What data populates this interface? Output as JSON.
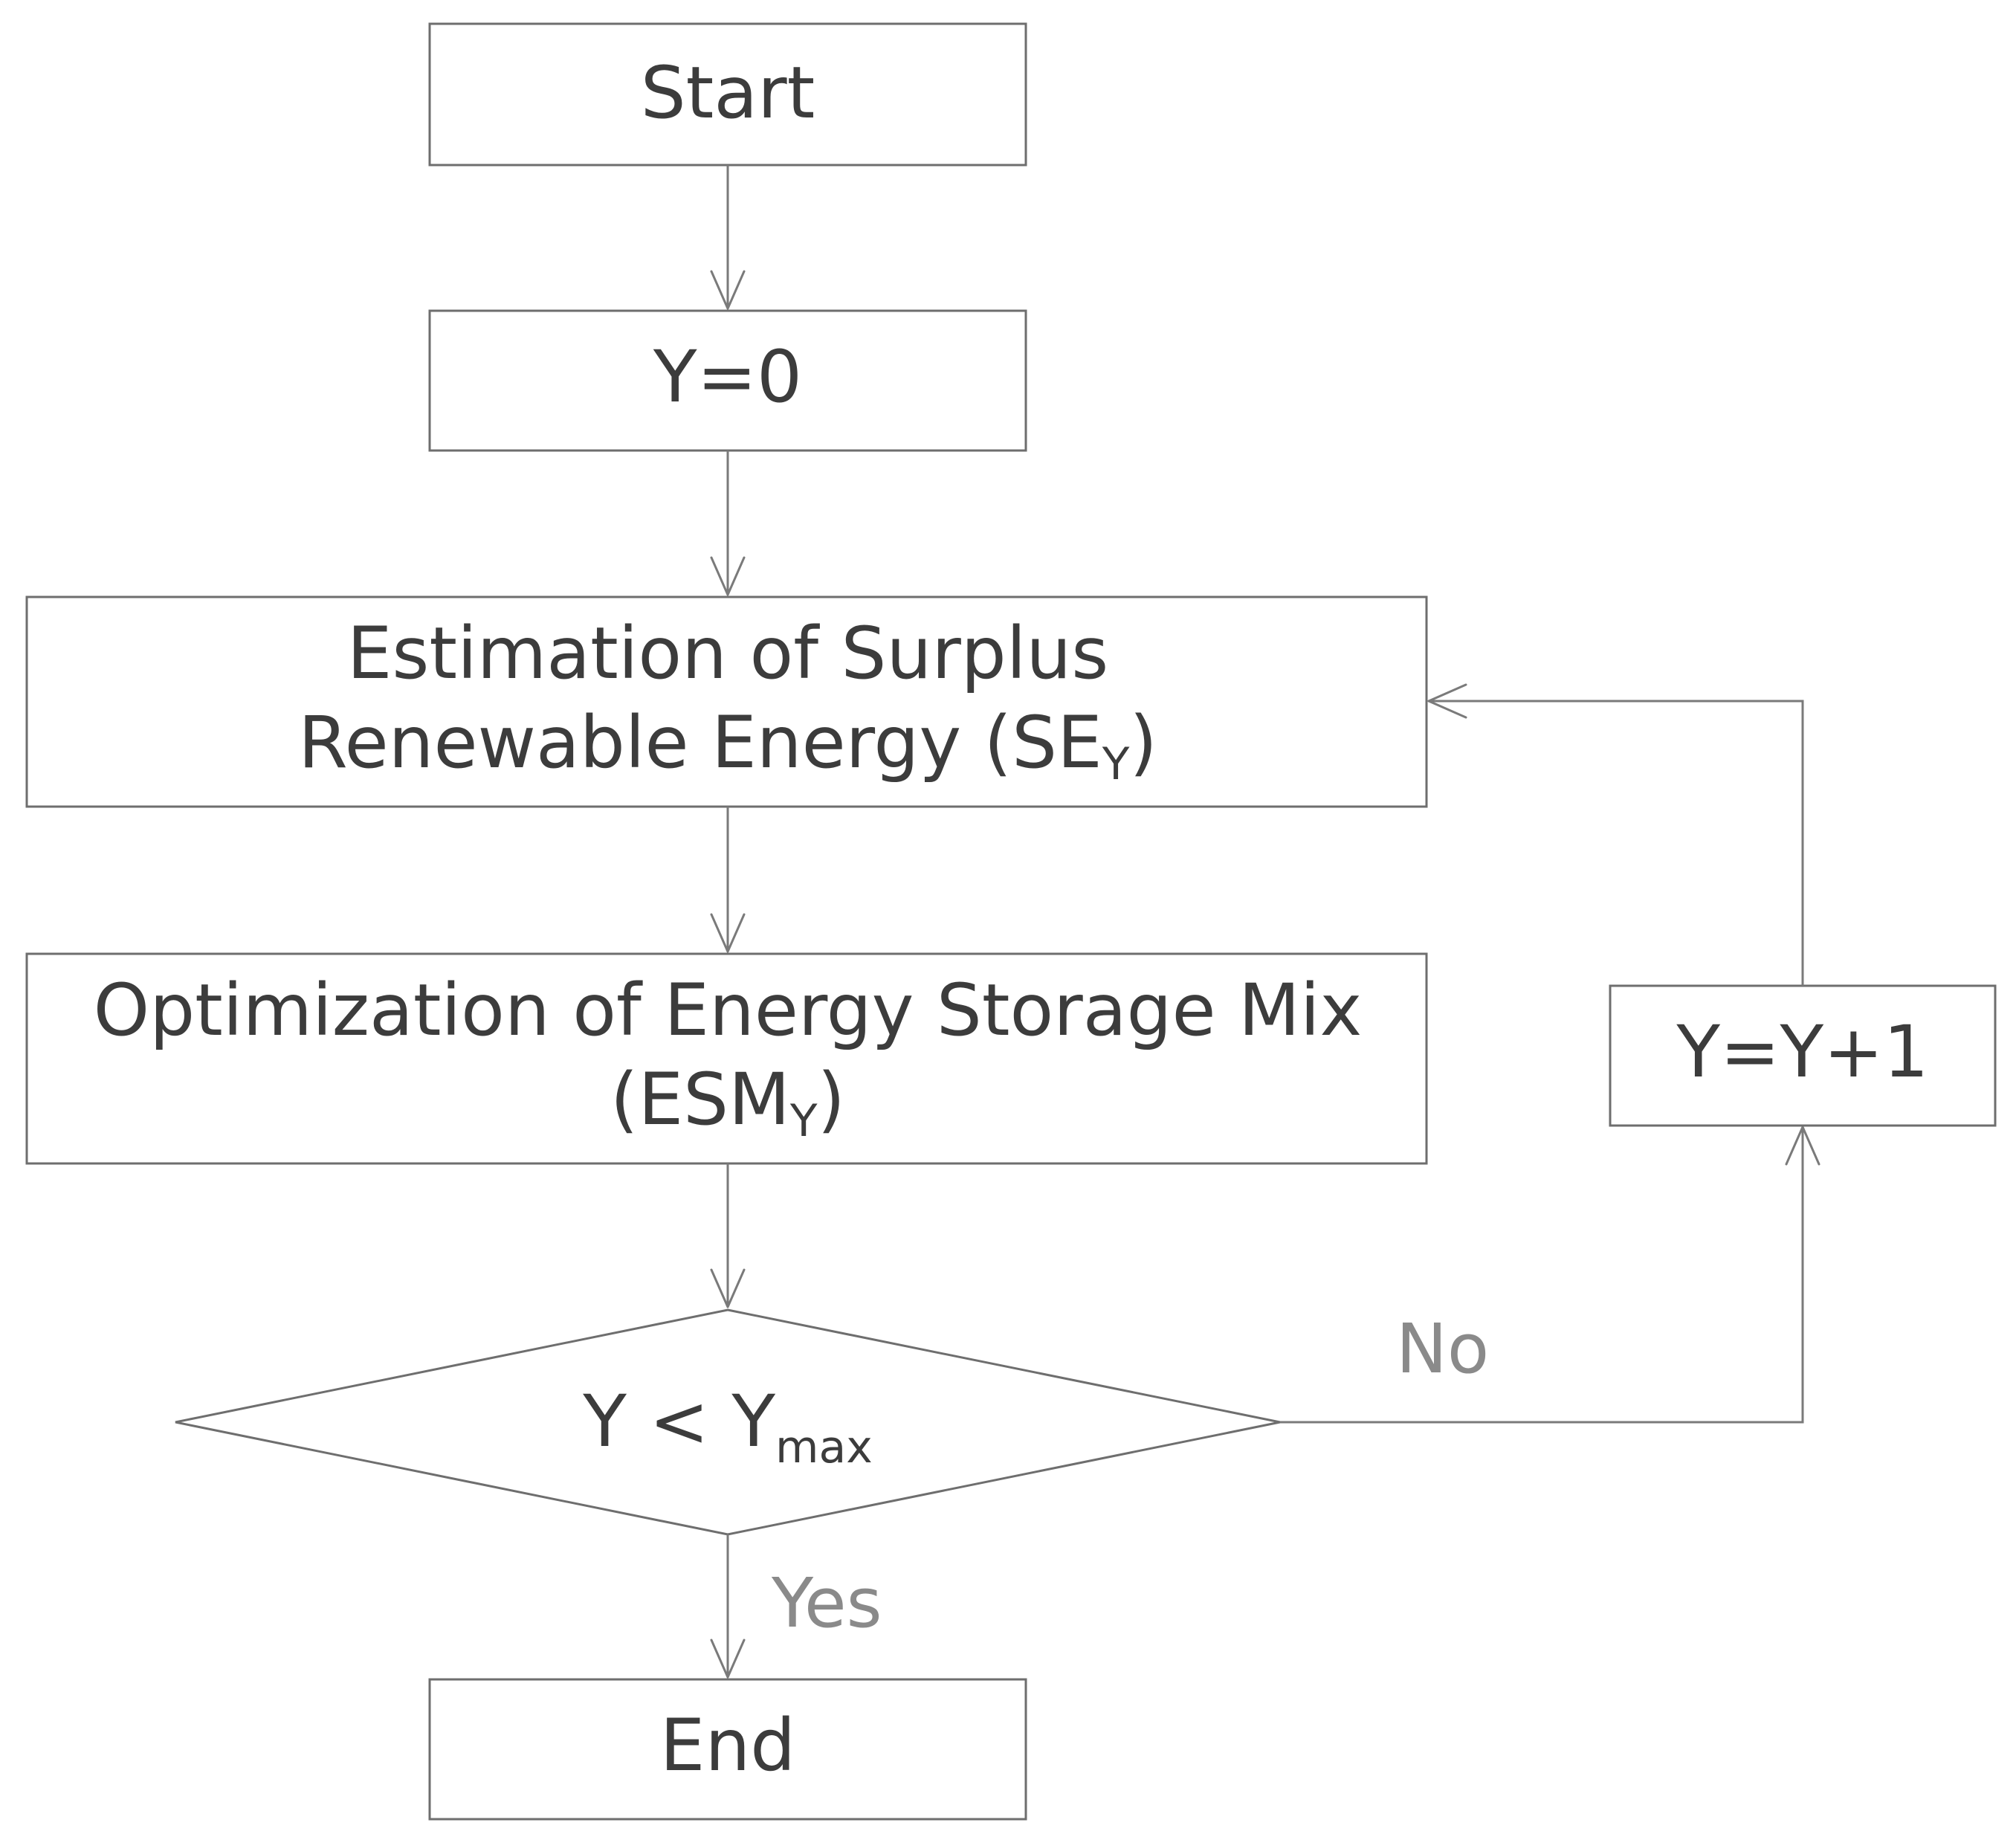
{
  "nodes": {
    "start": {
      "label": "Start"
    },
    "init": {
      "label": "Y=0"
    },
    "estimation": {
      "line1": "Estimation of Surplus",
      "line2_main": "Renewable Energy (SE",
      "line2_sub": "Y",
      "line2_end": ")"
    },
    "optimization": {
      "line1": "Optimization of Energy Storage Mix",
      "line2_main": "(ESM",
      "line2_sub": "Y",
      "line2_end": ")"
    },
    "decision": {
      "main": "Y < Y",
      "sub": "max"
    },
    "increment": {
      "label": "Y=Y+1"
    },
    "end": {
      "label": "End"
    }
  },
  "edges": {
    "no_label": "No",
    "yes_label": "Yes"
  }
}
